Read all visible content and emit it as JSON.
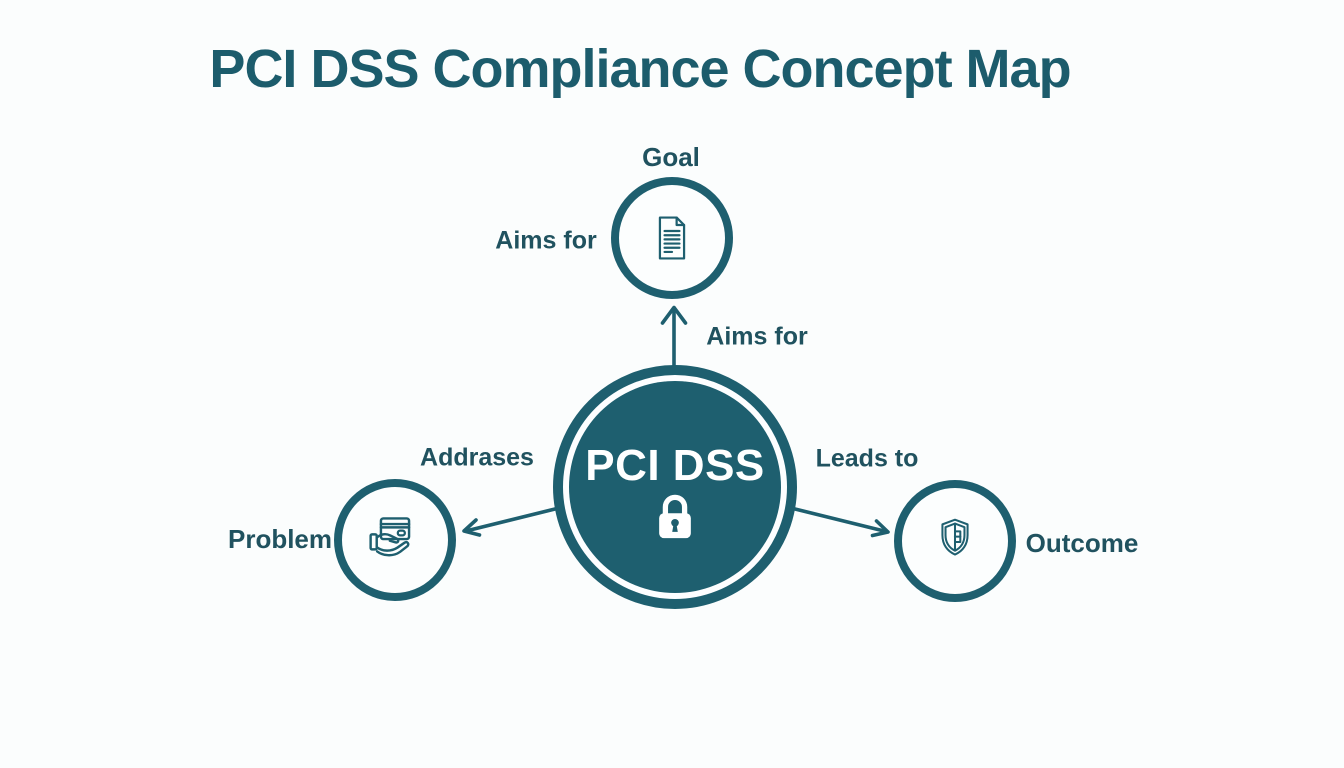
{
  "title": "PCI DSS Compliance Concept Map",
  "colors": {
    "teal": "#1E5F6F",
    "label_text": "#20525F",
    "title_text": "#1C5C6C",
    "background": "#FBFDFD",
    "node_fill": "#FCFEFE",
    "center_label_text": "#FFFFFF"
  },
  "center_node": {
    "label": "PCI DSS",
    "icon": "lock-icon"
  },
  "nodes": [
    {
      "id": "goal",
      "label": "Goal",
      "icon": "document-icon"
    },
    {
      "id": "problem",
      "label": "Problem",
      "icon": "credit-card-hand-icon"
    },
    {
      "id": "outcome",
      "label": "Outcome",
      "icon": "shield-icon"
    }
  ],
  "edge_labels": {
    "aims_for_upper": "Aims for",
    "aims_for_lower": "Aims for",
    "addresses": "Addrases",
    "leads_to": "Leads to"
  }
}
